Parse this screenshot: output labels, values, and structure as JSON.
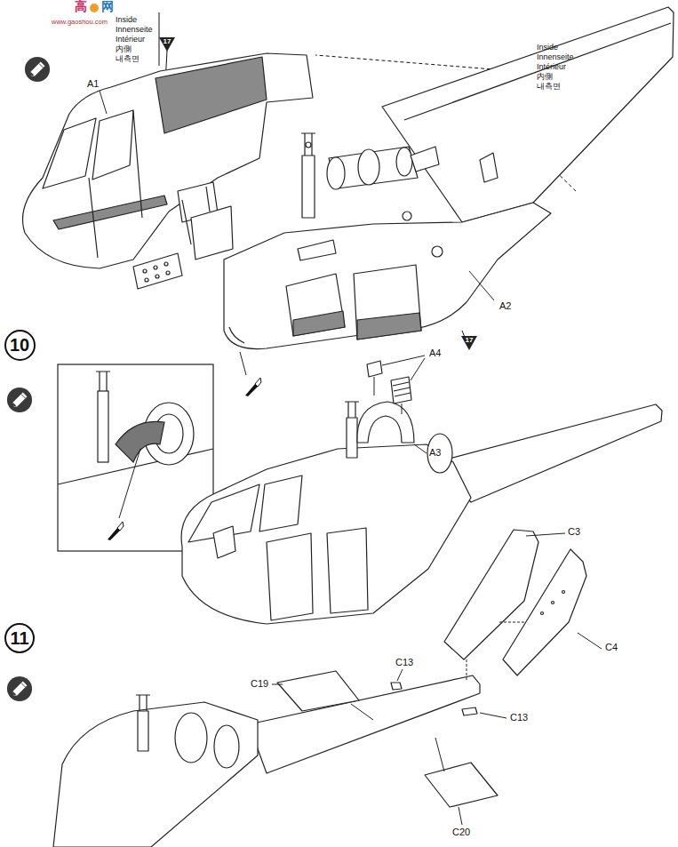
{
  "diagram": {
    "nodes": [
      {
        "text": [
          "10"
        ]
      },
      {
        "text": [
          "11"
        ]
      }
    ],
    "labels": [
      "高",
      "网",
      "www.gaoshou.com",
      "Inside",
      "Innenseite",
      "Intérieur",
      "内側",
      "내측면",
      "17",
      "A1",
      "Inside",
      "Innenseite",
      "Intérieur",
      "内側",
      "내측면",
      "17",
      "A2",
      "17",
      "A4",
      "A3",
      "C3",
      "C4",
      "C13",
      "C19",
      "C13",
      "C20"
    ]
  }
}
